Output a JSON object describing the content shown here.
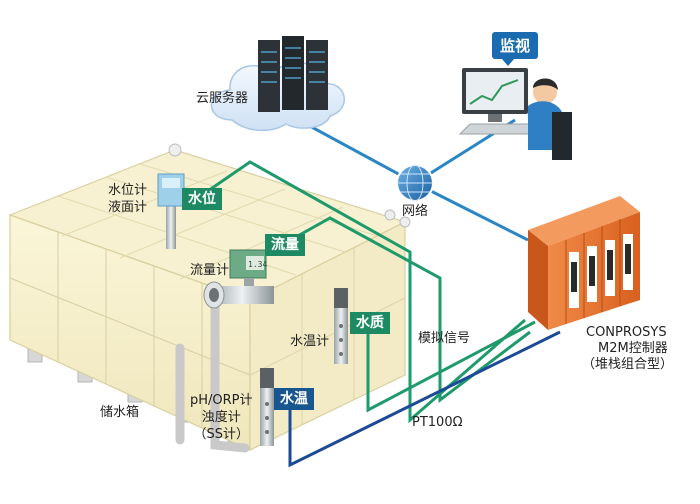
{
  "labels": {
    "cloud": "云服务器",
    "monitor": "监视",
    "network": "网络",
    "level_meter": "水位计\n液面计",
    "level_tag": "水位",
    "flow_meter": "流量计",
    "flow_tag": "流量",
    "temp_meter": "水温计",
    "quality_tag": "水质",
    "analog_signal": "模拟信号",
    "ph_meter": "pH/ORP计\n浊度计\n（SS计）",
    "temp_tag": "水温",
    "tank": "储水箱",
    "pt100": "PT100Ω",
    "controller_line1": "CONPROSYS",
    "controller_line2": "M2M控制器",
    "controller_line3": "（堆栈组合型）",
    "display_reading": "1.34"
  },
  "colors": {
    "analog_line": "#1f9a6b",
    "network_line": "#2a86c6",
    "pt100_line": "#1d4a96",
    "controller": "#e8722e",
    "tag_green": "#1e8a63",
    "tag_blue": "#17568e",
    "callout": "#1a6bb0"
  }
}
